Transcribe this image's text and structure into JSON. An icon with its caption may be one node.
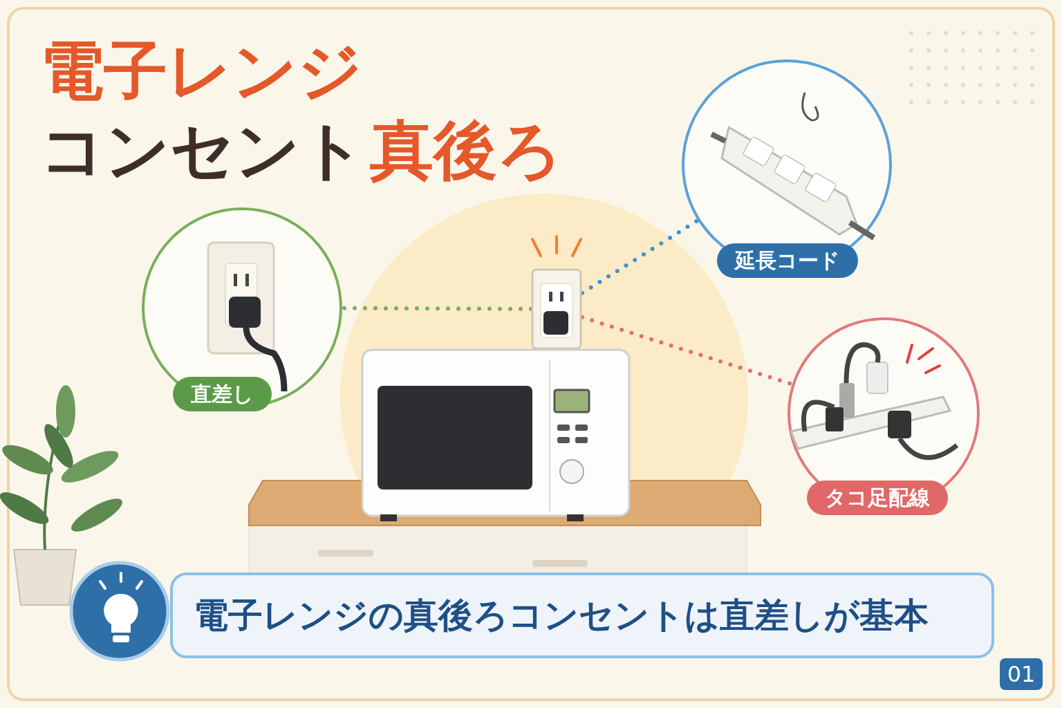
{
  "diagram": {
    "title": "電子レンジ",
    "nodes": [
      {
        "text": [],
        "shape": "picture"
      },
      {
        "text": [
          "直差し"
        ]
      },
      {
        "text": [
          "延長コード"
        ]
      },
      {
        "text": [
          "タコ足配線"
        ]
      },
      {
        "text": [
          "電子レンジの真後ろコンセントは直差しが基本"
        ]
      }
    ],
    "edges": [
      {
        "from": 0,
        "to": 1,
        "arrow": "none",
        "style": "dashed",
        "color": "#7aae5a"
      },
      {
        "from": 0,
        "to": 2,
        "arrow": "none",
        "style": "dashed",
        "color": "#3f93d0"
      },
      {
        "from": 0,
        "to": 3,
        "arrow": "none",
        "style": "dashed",
        "color": "#e07070"
      }
    ],
    "labels": [
      "コンセント",
      "真後ろ",
      "01"
    ]
  }
}
